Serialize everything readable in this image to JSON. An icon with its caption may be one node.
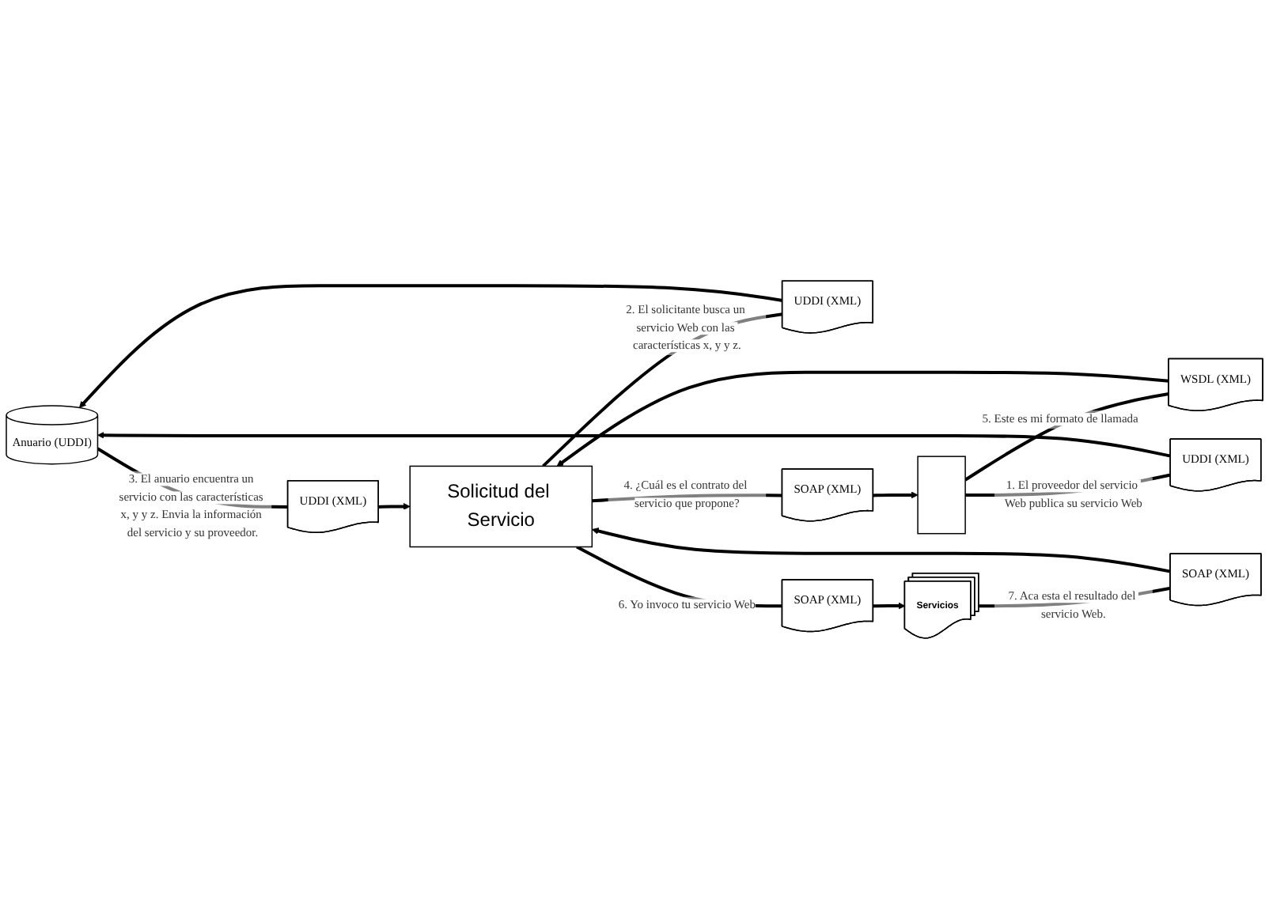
{
  "diagram": {
    "nodes": [
      {
        "text": [
          "Anuario (UDDI)"
        ]
      },
      {
        "text": [
          "UDDI (XML)"
        ]
      },
      {
        "text": [
          "UDDI (XML)"
        ]
      },
      {
        "text": [
          "UDDI (XML)"
        ]
      },
      {
        "text": [
          "Solicitud del Servicio"
        ]
      },
      {
        "text": [],
        "shape": "box"
      },
      {
        "text": [
          "SOAP (XML)"
        ]
      },
      {
        "text": [
          "WSDL (XML)"
        ]
      },
      {
        "text": [
          "SOAP (XML)"
        ]
      },
      {
        "text": [
          "Servicios"
        ]
      },
      {
        "text": [
          "SOAP (XML)"
        ]
      }
    ],
    "edges": [
      {
        "from": 5,
        "to": 1,
        "arrow": "none",
        "label": "1. El proveedor del servicio Web publica su servicio Web"
      },
      {
        "from": 1,
        "to": 0,
        "arrow": "to"
      },
      {
        "from": 4,
        "to": 3,
        "arrow": "none",
        "label": "2. El solicitante busca un servicio Web con las características x, y y z."
      },
      {
        "from": 3,
        "to": 0,
        "arrow": "to"
      },
      {
        "from": 0,
        "to": 2,
        "arrow": "none",
        "label": "3. El anuario encuentra un servicio con las características x, y y z. Envia la información del servicio y su proveedor."
      },
      {
        "from": 2,
        "to": 4,
        "arrow": "to"
      },
      {
        "from": 4,
        "to": 6,
        "arrow": "none",
        "label": "4. ¿Cuál es el contrato del servicio que propone?"
      },
      {
        "from": 6,
        "to": 5,
        "arrow": "to"
      },
      {
        "from": 5,
        "to": 7,
        "arrow": "none",
        "label": "5. Este es mi formato de llamada"
      },
      {
        "from": 7,
        "to": 4,
        "arrow": "to"
      },
      {
        "from": 4,
        "to": 8,
        "arrow": "none",
        "label": "6. Yo invoco tu servicio Web"
      },
      {
        "from": 8,
        "to": 9,
        "arrow": "to"
      },
      {
        "from": 9,
        "to": 10,
        "arrow": "none",
        "label": "7. Aca esta el resultado del servicio Web."
      },
      {
        "from": 10,
        "to": 4,
        "arrow": "to"
      }
    ]
  }
}
